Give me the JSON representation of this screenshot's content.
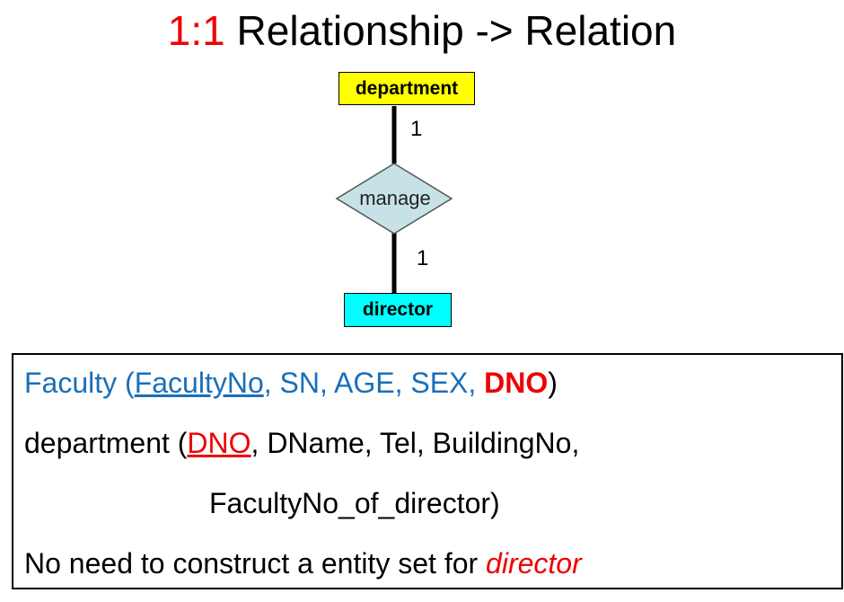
{
  "title": {
    "accent": "1:1",
    "rest": " Relationship -> Relation"
  },
  "er": {
    "entity_top": "department",
    "relationship": "manage",
    "entity_bottom": "director",
    "card_top": "1",
    "card_bottom": "1",
    "colors": {
      "entity_top": "#ffff00",
      "relationship": "#c6e2e6",
      "entity_bottom": "#00ffff"
    }
  },
  "relations": {
    "faculty": {
      "name": "Faculty (",
      "pk": "FacultyNo",
      "rest": ", SN, AGE, SEX, ",
      "fk": "DNO",
      "close": ")"
    },
    "department": {
      "name": "department (",
      "pk": "DNO",
      "rest": ",  DName, Tel, BuildingNo,",
      "cont": "FacultyNo_of_director)"
    },
    "note": {
      "text": "No need to construct a entity set for ",
      "emph": "director"
    },
    "colors": {
      "blue": "#1a6fb8",
      "red": "#ee0000"
    }
  }
}
